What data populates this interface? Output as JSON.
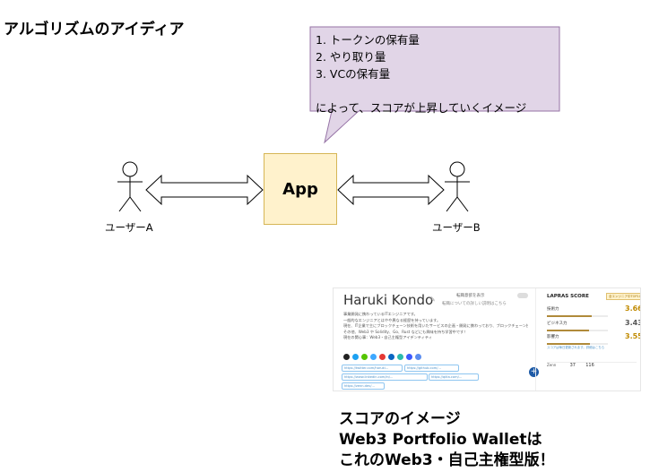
{
  "title": "アルゴリズムのアイディア",
  "callout": {
    "lines": [
      "1. トークンの保有量",
      "2. やり取り量",
      "3. VCの保有量",
      "",
      "によって、スコアが上昇していくイメージ"
    ]
  },
  "app_label": "App",
  "user_a_label": "ユーザーA",
  "user_b_label": "ユーザーB",
  "caption": {
    "lines": [
      "スコアのイメージ",
      "Web3 Portfolio Walletは",
      "これのWeb3・自己主権型版！"
    ]
  },
  "profile_card": {
    "name": "Haruki Kondo",
    "toggle_label": "転職意欲を表示",
    "sub_text": "転職についての詳しい説明はこちら",
    "bio_lines": [
      "事業開発に携わっているITエンジニアです。",
      "一般的なエンジニアとはやや異なる経歴を持っています。",
      "現在、IT企業で主にブロックチェーン技術を用いたサービスの企画・開発に携わっており、ブロックチェーン技術の普及に力を入れています！",
      "その他、Web3 や Solidity、Go、Rust などにも興味を持ち学習中です！",
      "現在の関心事：Web3・自己主権型アイデンティティ"
    ],
    "links": [
      "https://twitter.com/haruki...",
      "https://github.com/...",
      "https://www.linkedin.com/in/...",
      "https://qiita.com/...",
      "https://zenn.dev/..."
    ],
    "score": {
      "title": "LAPRAS SCORE",
      "badge": "全エンジニア中TOP10%",
      "rows": [
        {
          "label": "技術力",
          "value": "3.66",
          "fraction": 0.73
        },
        {
          "label": "ビジネス力",
          "value": "3.43",
          "fraction": 0.69
        },
        {
          "label": "影響力",
          "value": "3.55",
          "fraction": 0.71
        }
      ],
      "note": "スコアは毎日更新されます。詳細はこちら",
      "foot_label": "Zenn",
      "foot_a": "37",
      "foot_b": "116"
    }
  },
  "colors": {
    "callout_fill": "#e1d5e7",
    "callout_border": "#9673a6",
    "app_fill": "#fff2cc",
    "app_border": "#d6b656"
  }
}
